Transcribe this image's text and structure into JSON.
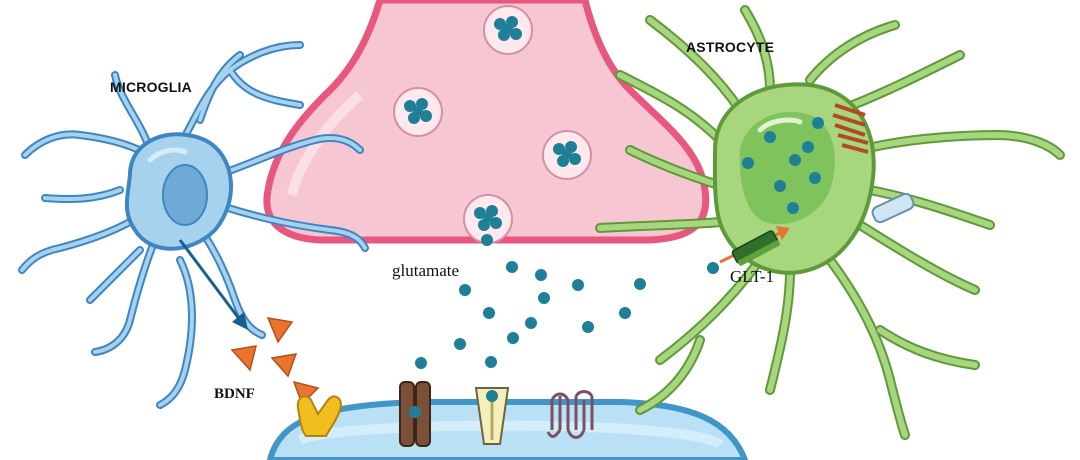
{
  "labels": {
    "microglia": "MICROGLIA",
    "astrocyte": "ASTROCYTE",
    "glutamate": "glutamate",
    "bdnf": "BDNF",
    "glt1": "GLT-1"
  },
  "colors": {
    "presynaptic_fill": "#f7c6d3",
    "presynaptic_stroke": "#e7577e",
    "microglia_fill": "#a6d2ee",
    "microglia_stroke": "#3e86c2",
    "astrocyte_fill": "#a8d67f",
    "astrocyte_stroke": "#5f9a3a",
    "glutamate_dot": "#1f7f97",
    "bdnf_triangle": "#e9742f",
    "postsynaptic_fill": "#b9e0f4",
    "postsynaptic_stroke": "#3f96c7"
  },
  "icons": [
    "microglia-cell",
    "astrocyte-cell",
    "presynaptic-terminal",
    "synaptic-vesicle",
    "glutamate-molecule",
    "bdnf-molecule",
    "glt1-transporter",
    "receptor-channel"
  ]
}
